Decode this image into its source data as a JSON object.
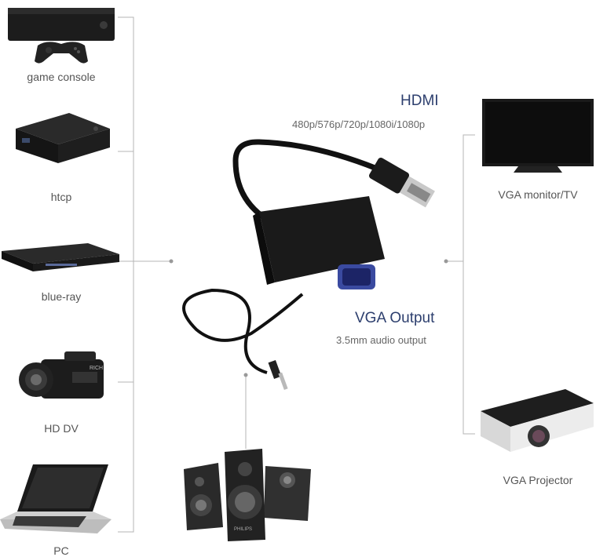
{
  "left_devices": [
    {
      "name": "game-console",
      "label": "game console"
    },
    {
      "name": "htcp",
      "label": "htcp"
    },
    {
      "name": "blue-ray",
      "label": "blue-ray"
    },
    {
      "name": "hd-dv",
      "label": "HD DV"
    },
    {
      "name": "pc",
      "label": "PC"
    }
  ],
  "input": {
    "title": "HDMI",
    "spec": "480p/576p/720p/1080i/1080p"
  },
  "output": {
    "title": "VGA Output",
    "spec": "3.5mm audio output"
  },
  "right_devices": [
    {
      "name": "vga-monitor",
      "label": "VGA monitor/TV"
    },
    {
      "name": "vga-projector",
      "label": "VGA Projector"
    }
  ],
  "speaker_brand": "PHILIPS",
  "camera_brand": "RICH",
  "colors": {
    "connector_line": "#b5b5b5",
    "title_blue": "#2d3f6e",
    "device_dark": "#1e1e1e"
  }
}
